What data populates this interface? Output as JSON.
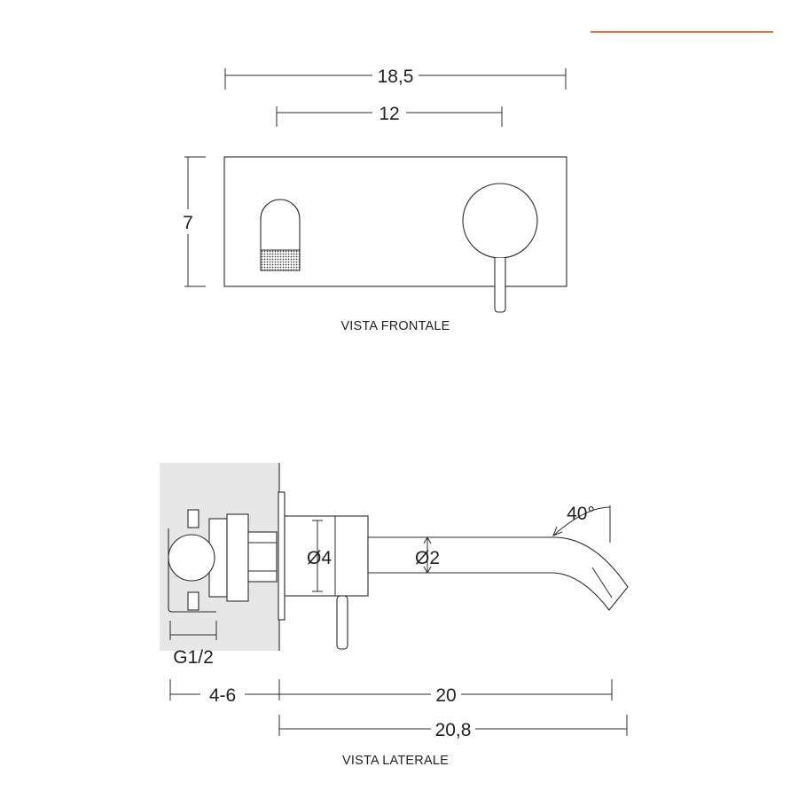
{
  "accent_color": "#e8703a",
  "wall_color": "#e7e7e7",
  "front_view": {
    "label": "VISTA FRONTALE",
    "dim_total_width": "18,5",
    "dim_center_distance": "12",
    "dim_height": "7"
  },
  "side_view": {
    "label": "VISTA LATERALE",
    "dim_body_diameter": "Ø4",
    "dim_spout_diameter": "Ø2",
    "dim_angle": "40°",
    "dim_thread": "G1/2",
    "dim_wall_depth": "4-6",
    "dim_spout_length": "20",
    "dim_total_length": "20,8"
  }
}
